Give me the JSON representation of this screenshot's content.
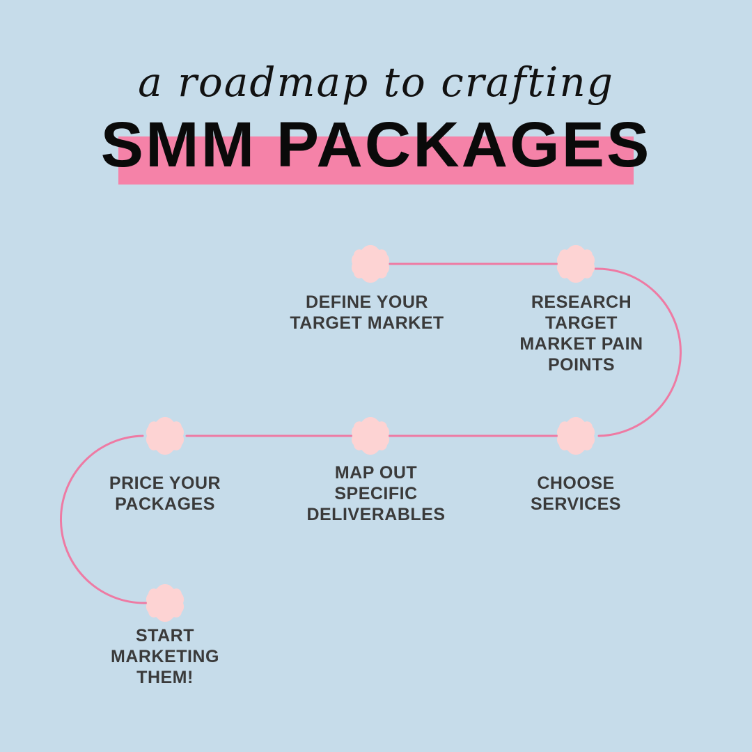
{
  "header": {
    "subtitle": "a roadmap to crafting",
    "title": "SMM PACKAGES"
  },
  "steps": [
    {
      "label": "DEFINE YOUR\nTARGET MARKET"
    },
    {
      "label": "RESEARCH\nTARGET\nMARKET PAIN\nPOINTS"
    },
    {
      "label": "CHOOSE\nSERVICES"
    },
    {
      "label": "MAP OUT\nSPECIFIC\nDELIVERABLES"
    },
    {
      "label": "PRICE YOUR\nPACKAGES"
    },
    {
      "label": "START\nMARKETING\nTHEM!"
    }
  ],
  "colors": {
    "background": "#c6dcea",
    "accent": "#f582a8",
    "road_line": "#ee7aa3",
    "node_fill": "#fdd3d3",
    "label_text": "#3a3a3a"
  },
  "icons": {
    "node": "scalloped-flower-icon"
  }
}
